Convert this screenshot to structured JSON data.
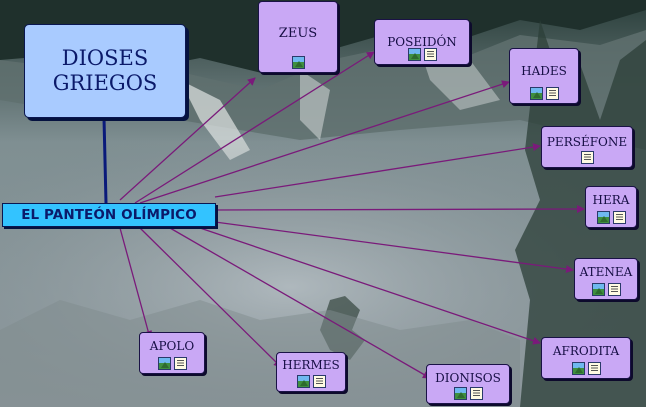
{
  "title": "DIOSES GRIEGOS",
  "center": "EL PANTEÓN OLÍMPICO",
  "colors": {
    "center_fill": "#33c3ff",
    "node_fill": "#c9a8f5",
    "title_fill": "#a9cbff",
    "link": "#7a1a7a"
  },
  "nodes": [
    {
      "label": "ZEUS",
      "icons": [
        "image-icon"
      ]
    },
    {
      "label": "POSEIDÓN",
      "icons": [
        "image-icon",
        "document-icon"
      ]
    },
    {
      "label": "HADES",
      "icons": [
        "image-icon",
        "document-icon"
      ]
    },
    {
      "label": "PERSÉFONE",
      "icons": [
        "document-icon"
      ]
    },
    {
      "label": "HERA",
      "icons": [
        "image-icon",
        "document-icon"
      ]
    },
    {
      "label": "ATENEA",
      "icons": [
        "image-icon",
        "document-icon"
      ]
    },
    {
      "label": "AFRODITA",
      "icons": [
        "image-icon",
        "document-icon"
      ]
    },
    {
      "label": "DIONISOS",
      "icons": [
        "image-icon",
        "document-icon"
      ]
    },
    {
      "label": "HERMES",
      "icons": [
        "image-icon",
        "document-icon"
      ]
    },
    {
      "label": "APOLO",
      "icons": [
        "image-icon",
        "document-icon"
      ]
    }
  ]
}
